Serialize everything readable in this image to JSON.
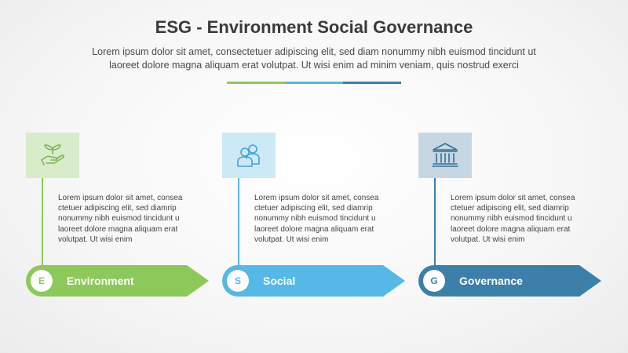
{
  "title": "ESG - Environment Social Governance",
  "subtitle_line1": "Lorem ipsum dolor sit amet, consectetuer adipiscing elit, sed diam nonummy nibh euismod tincidunt ut",
  "subtitle_line2": "laoreet dolore magna aliquam erat volutpat. Ut wisi enim ad minim veniam, quis nostrud exerci",
  "colors": {
    "environment": "#8dc85a",
    "environment_light": "#d8ecc9",
    "social": "#55b8e6",
    "social_light": "#cde9f6",
    "governance": "#3d7fa8",
    "governance_light": "#c6d7e3",
    "icon_stroke_env": "#7fb35a",
    "icon_stroke_soc": "#3fa3d6",
    "icon_stroke_gov": "#336f95"
  },
  "pillars": [
    {
      "letter": "E",
      "label": "Environment",
      "icon": "hand-plant-icon",
      "description": [
        "Lorem ipsum dolor sit amet, consea",
        "ctetuer adipiscing elit, sed diamrip",
        "nonummy nibh euismod tincidunt u",
        "laoreet dolore magna aliquam erat",
        "volutpat. Ut wisi enim"
      ]
    },
    {
      "letter": "S",
      "label": "Social",
      "icon": "people-icon",
      "description": [
        "Lorem ipsum dolor sit amet, consea",
        "ctetuer adipiscing elit, sed diamrip",
        "nonummy nibh euismod tincidunt u",
        "laoreet dolore magna aliquam erat",
        "volutpat. Ut wisi enim"
      ]
    },
    {
      "letter": "G",
      "label": "Governance",
      "icon": "government-building-icon",
      "description": [
        "Lorem ipsum dolor sit amet, consea",
        "ctetuer adipiscing elit, sed diamrip",
        "nonummy nibh euismod tincidunt u",
        "laoreet dolore magna aliquam erat",
        "volutpat. Ut wisi enim"
      ]
    }
  ]
}
